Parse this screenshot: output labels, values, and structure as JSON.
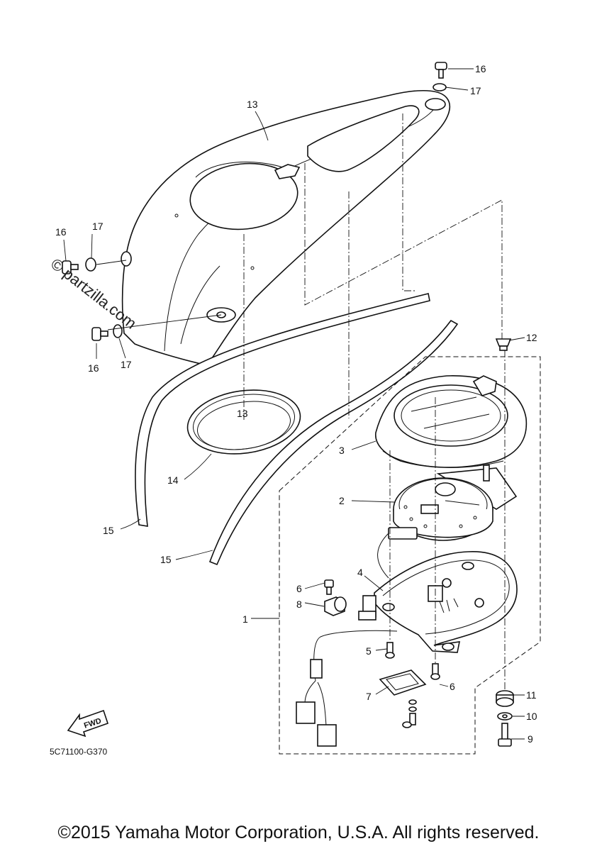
{
  "diagram": {
    "part_code": "5C71100-G370",
    "fwd_label": "FWD",
    "watermark": "© partzilla.com",
    "callouts": {
      "c1": "1",
      "c2": "2",
      "c3": "3",
      "c4": "4",
      "c5": "5",
      "c6a": "6",
      "c6b": "6",
      "c7": "7",
      "c8": "8",
      "c9": "9",
      "c10": "10",
      "c11": "11",
      "c12": "12",
      "c13a": "13",
      "c13b": "13",
      "c14": "14",
      "c15a": "15",
      "c15b": "15",
      "c16a": "16",
      "c16b": "16",
      "c16c": "16",
      "c17a": "17",
      "c17b": "17",
      "c17c": "17"
    }
  },
  "footer": {
    "copyright": "©2015 Yamaha Motor Corporation, U.S.A. All rights reserved."
  }
}
